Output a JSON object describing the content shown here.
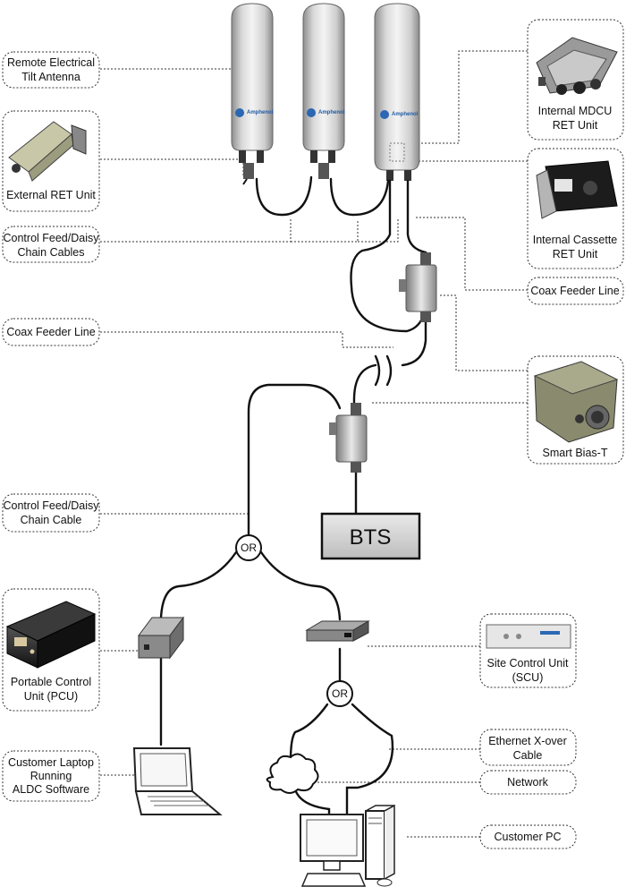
{
  "labels": {
    "ret_antenna": [
      "Remote Electrical",
      "Tilt Antenna"
    ],
    "external_ret": "External RET Unit",
    "control_feed_cables": [
      "Control Feed/Daisy",
      "Chain Cables"
    ],
    "coax_feeder_left": "Coax Feeder Line",
    "control_feed_cable": [
      "Control Feed/Daisy",
      "Chain Cable"
    ],
    "pcu": [
      "Portable Control",
      "Unit (PCU)"
    ],
    "laptop": [
      "Customer Laptop",
      "Running",
      "ALDC Software"
    ],
    "internal_mdcu": [
      "Internal MDCU",
      "RET Unit"
    ],
    "internal_cassette": [
      "Internal Cassette",
      "RET Unit"
    ],
    "coax_feeder_right": "Coax Feeder Line",
    "smart_bias_t": "Smart Bias-T",
    "scu": [
      "Site Control Unit",
      "(SCU)"
    ],
    "ethernet": [
      "Ethernet X-over",
      "Cable"
    ],
    "network": "Network",
    "customer_pc": "Customer PC"
  },
  "nodes": {
    "bts": "BTS",
    "or_top": "OR",
    "or_bottom": "OR",
    "antenna_brand": "Amphenol"
  }
}
